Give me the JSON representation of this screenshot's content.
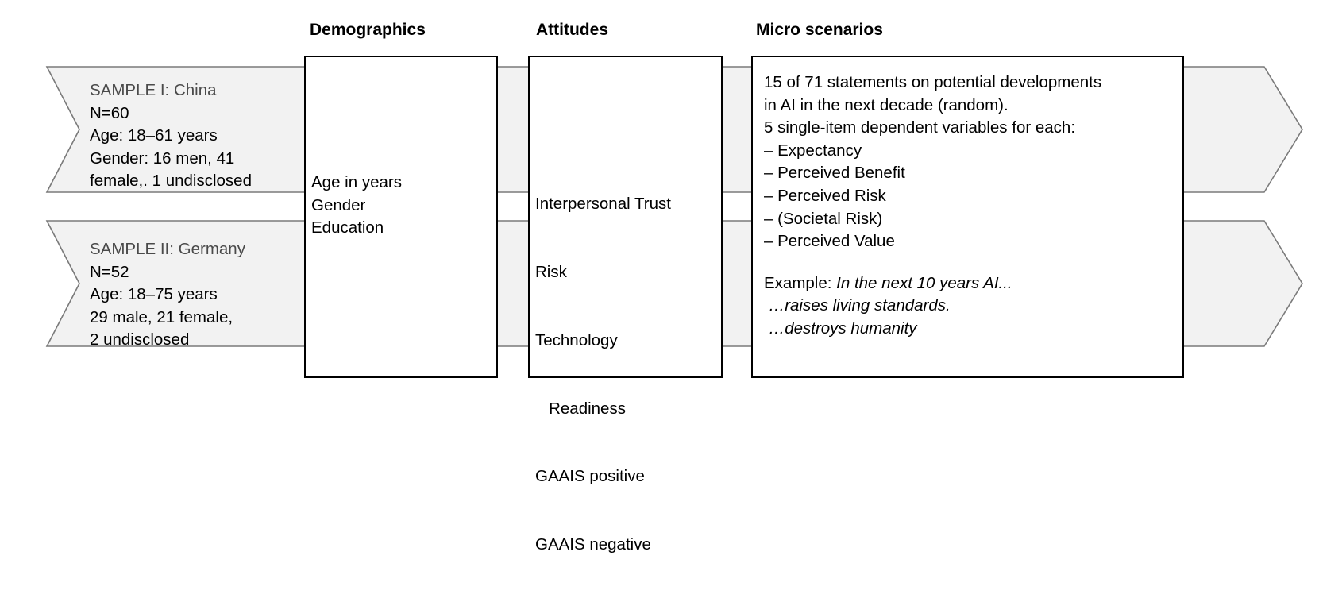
{
  "headers": {
    "demographics": "Demographics",
    "attitudes": "Attitudes",
    "micro": "Micro scenarios"
  },
  "sample1": {
    "title": "SAMPLE I: China",
    "n": "N=60",
    "age": "Age:  18–61 years",
    "gender1": "Gender: 16 men, 41",
    "gender2": "female,. 1 undisclosed"
  },
  "sample2": {
    "title": "SAMPLE II: Germany",
    "n": "N=52",
    "age": "Age: 18–75 years",
    "gender1": "29 male, 21 female,",
    "gender2": "2 undisclosed"
  },
  "demographics": {
    "items": [
      "Age in years",
      "Gender",
      "Education"
    ]
  },
  "attitudes": {
    "items": [
      "Interpersonal Trust",
      "Risk",
      "Technology",
      "   Readiness",
      "GAAIS positive",
      "GAAIS negative"
    ]
  },
  "micro": {
    "intro1": "15 of 71 statements on potential developments",
    "intro2": "in AI in the next decade (random).",
    "intro3": "5 single-item dependent variables for each:",
    "vars": [
      "– Expectancy",
      "– Perceived Benefit",
      "– Perceived Risk",
      "– (Societal Risk)",
      "– Perceived Value"
    ],
    "example_label": "Example: ",
    "example_text": "In the next 10 years AI...",
    "example1": " …raises living standards.",
    "example2": " …destroys humanity"
  },
  "colors": {
    "band_fill": "#f2f2f2",
    "band_stroke": "#7a7a7a",
    "box_stroke": "#000000"
  }
}
